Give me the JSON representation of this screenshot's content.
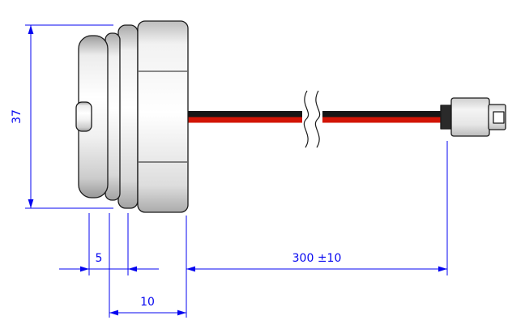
{
  "drawing": {
    "dimension_labels": {
      "height": "37",
      "bezel_offset": "5",
      "mount_depth": "10",
      "cable_length": "300 ±10"
    },
    "colors": {
      "dimension": "#0505f0",
      "outline": "#1a1a1a",
      "wire_black": "#151515",
      "wire_red": "#d21405"
    }
  }
}
